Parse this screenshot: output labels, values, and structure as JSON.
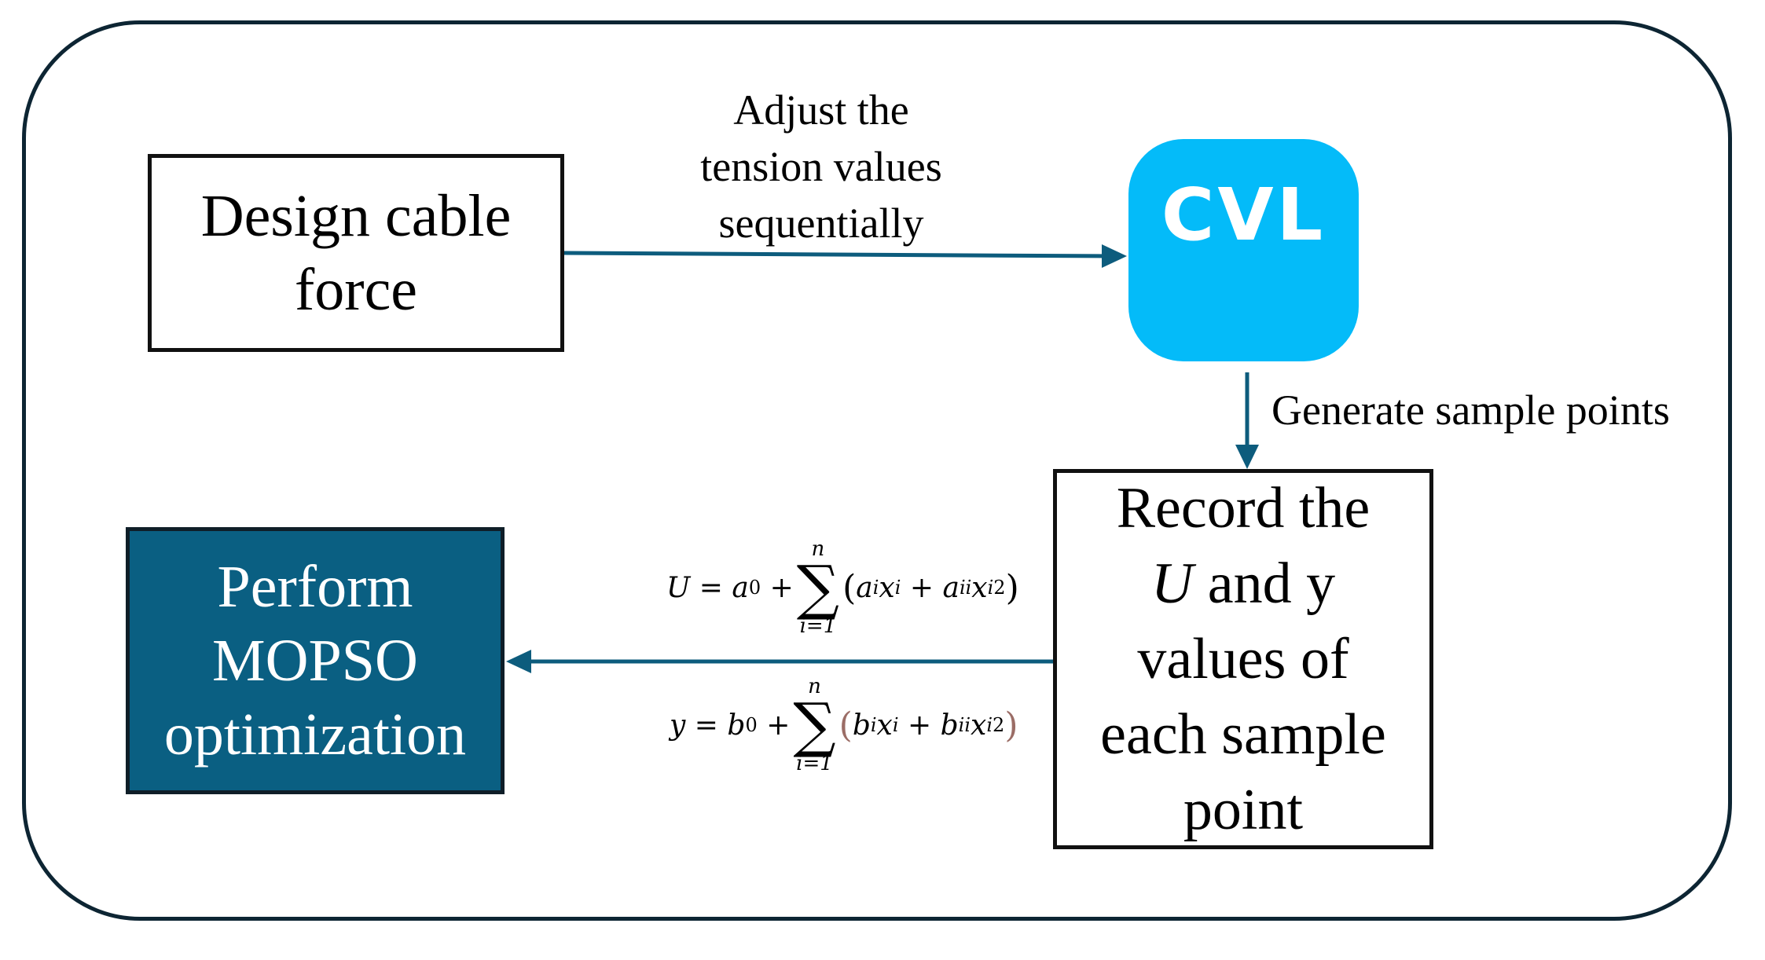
{
  "diagram": {
    "nodes": {
      "design": {
        "line1": "Design cable",
        "line2": "force"
      },
      "cvl": {
        "text": "CVL"
      },
      "record": {
        "line1": "Record the",
        "var_u": "U",
        "and_y": "and y",
        "line3": "values of",
        "line4": "each sample",
        "line5": "point"
      },
      "mopso": {
        "line1": "Perform",
        "line2": "MOPSO",
        "line3": "optimization"
      }
    },
    "edges": {
      "design_to_cvl": {
        "line1": "Adjust the",
        "line2": "tension values",
        "line3": "sequentially"
      },
      "cvl_to_record": {
        "label": "Generate sample points"
      },
      "record_to_mopso": {
        "eq_u": {
          "lhs": "U",
          "eq": "=",
          "a0": "a",
          "sub0": "0",
          "plus": "+",
          "sigma": "∑",
          "upper": "n",
          "lower": "i=1",
          "open": "(",
          "ai": "a",
          "sub_i": "i",
          "xi": "x",
          "sub_xi": "i",
          "plus2": "+",
          "aii": "a",
          "sub_ii": "ii",
          "xi2": "x",
          "sub_xi2": "i",
          "sup2": "2",
          "close": ")"
        },
        "eq_y": {
          "lhs": "y",
          "eq": "=",
          "b0": "b",
          "sub0": "0",
          "plus": "+",
          "sigma": "∑",
          "upper": "n",
          "lower": "i=1",
          "open": "(",
          "bi": "b",
          "sub_i": "i",
          "xi": "x",
          "sub_xi": "i",
          "plus2": "+",
          "bii": "b",
          "sub_ii": "ii",
          "xi2": "x",
          "sub_xi2": "i",
          "sup2": "2",
          "close": ")"
        }
      }
    },
    "colors": {
      "arrow": "#0d5c7d",
      "cvl_fill": "#04bbf9",
      "mopso_fill": "#0a5f82",
      "frame": "#0d2533"
    }
  }
}
